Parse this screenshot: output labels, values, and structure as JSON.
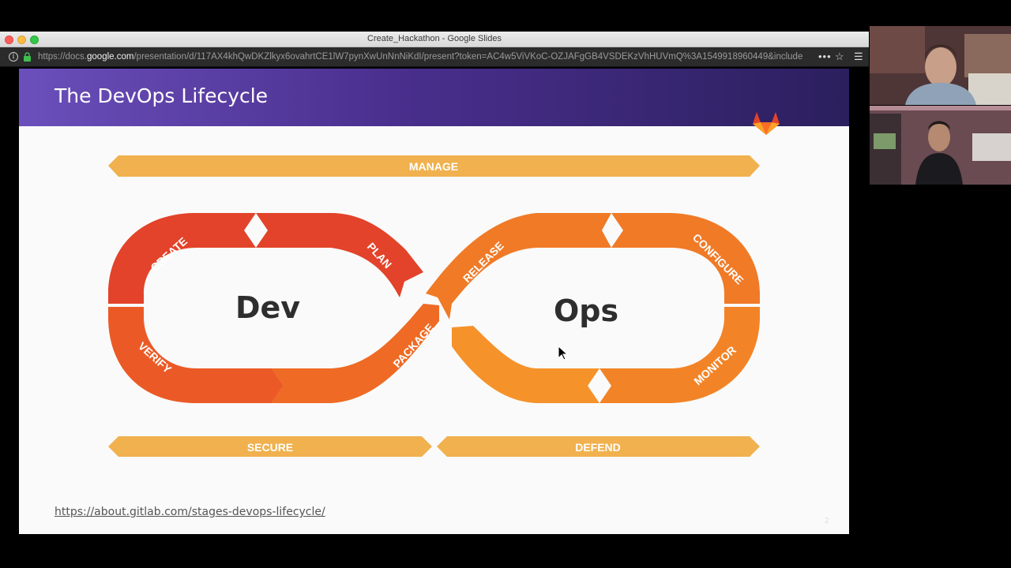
{
  "browser": {
    "window_title": "Create_Hackathon - Google Slides",
    "url_prefix": "https://docs.",
    "url_host": "google.com",
    "url_rest": "/presentation/d/117AX4khQwDKZlkyx6ovahrtCE1lW7pynXwUnNnNiKdI/present?token=AC4w5ViVKoC-OZJAFgGB4VSDEKzVhHUVmQ%3A1549918960449&include"
  },
  "slide": {
    "title": "The DevOps Lifecycle",
    "manage": "MANAGE",
    "secure": "SECURE",
    "defend": "DEFEND",
    "dev": "Dev",
    "ops": "Ops",
    "stages": {
      "create": "CREATE",
      "plan": "PLAN",
      "verify": "VERIFY",
      "package": "PACKAGE",
      "release": "RELEASE",
      "configure": "CONFIGURE",
      "monitor": "MONITOR"
    },
    "link": "https://about.gitlab.com/stages-devops-lifecycle/",
    "page_number": "2"
  },
  "colors": {
    "header_purple": "#6b4fbb",
    "bar_orange": "#f0b14e",
    "dev_red": "#e2432a",
    "dev_orange": "#ef6a24",
    "ops_orange": "#f5922a"
  }
}
